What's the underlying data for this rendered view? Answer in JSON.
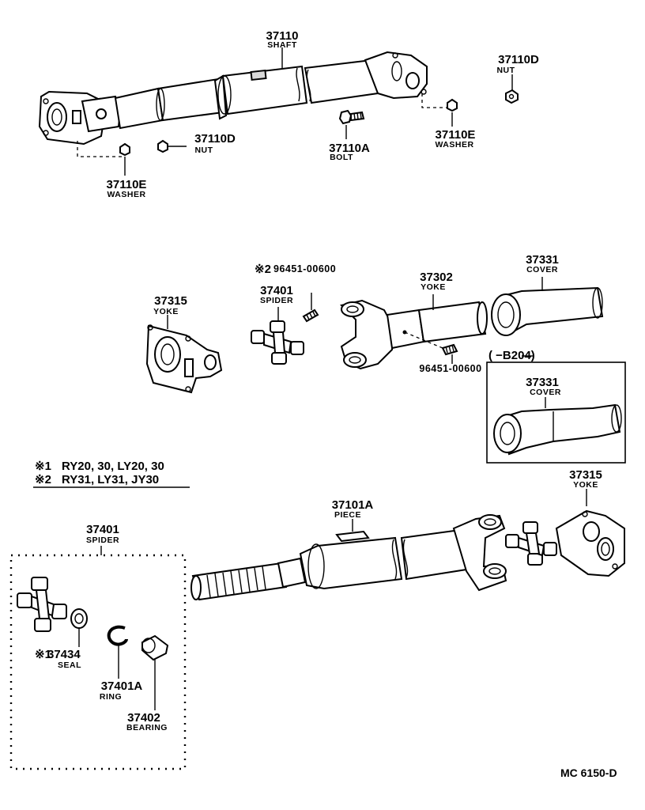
{
  "parts": {
    "shaft_37110": {
      "number": "37110",
      "name": "SHAFT"
    },
    "nut_37110d_top": {
      "number": "37110D",
      "name": "NUT"
    },
    "nut_37110d_mid": {
      "number": "37110D",
      "name": "NUT"
    },
    "washer_37110e_right": {
      "number": "37110E",
      "name": "WASHER"
    },
    "washer_37110e_left": {
      "number": "37110E",
      "name": "WASHER"
    },
    "bolt_37110a": {
      "number": "37110A",
      "name": "BOLT"
    },
    "yoke_37315_mid": {
      "number": "37315",
      "name": "YOKE"
    },
    "spider_37401_mid": {
      "number": "37401",
      "name": "SPIDER"
    },
    "grease_fitting_2": {
      "marker": "※2",
      "number": "96451-00600"
    },
    "yoke_37302": {
      "number": "37302",
      "name": "YOKE"
    },
    "grease_fitting": {
      "number": "96451-00600"
    },
    "cover_37331_top": {
      "number": "37331",
      "name": "COVER"
    },
    "cover_37331_box": {
      "number": "37331",
      "name": "COVER"
    },
    "cover_range": {
      "text": "(      −B204)"
    },
    "piece_37101a": {
      "number": "37101A",
      "name": "PIECE"
    },
    "yoke_37315_bottom": {
      "number": "37315",
      "name": "YOKE"
    },
    "spider_37401_box": {
      "number": "37401",
      "name": "SPIDER"
    },
    "seal_37434": {
      "marker": "※1",
      "number": "37434",
      "name": "SEAL"
    },
    "ring_37401a": {
      "number": "37401A",
      "name": "RING"
    },
    "bearing_37402": {
      "number": "37402",
      "name": "BEARING"
    }
  },
  "notes": [
    {
      "marker": "※1",
      "text": "RY20, 30, LY20, 30"
    },
    {
      "marker": "※2",
      "text": "RY31, LY31, JY30"
    }
  ],
  "catalog_code": "MC  6150-D"
}
